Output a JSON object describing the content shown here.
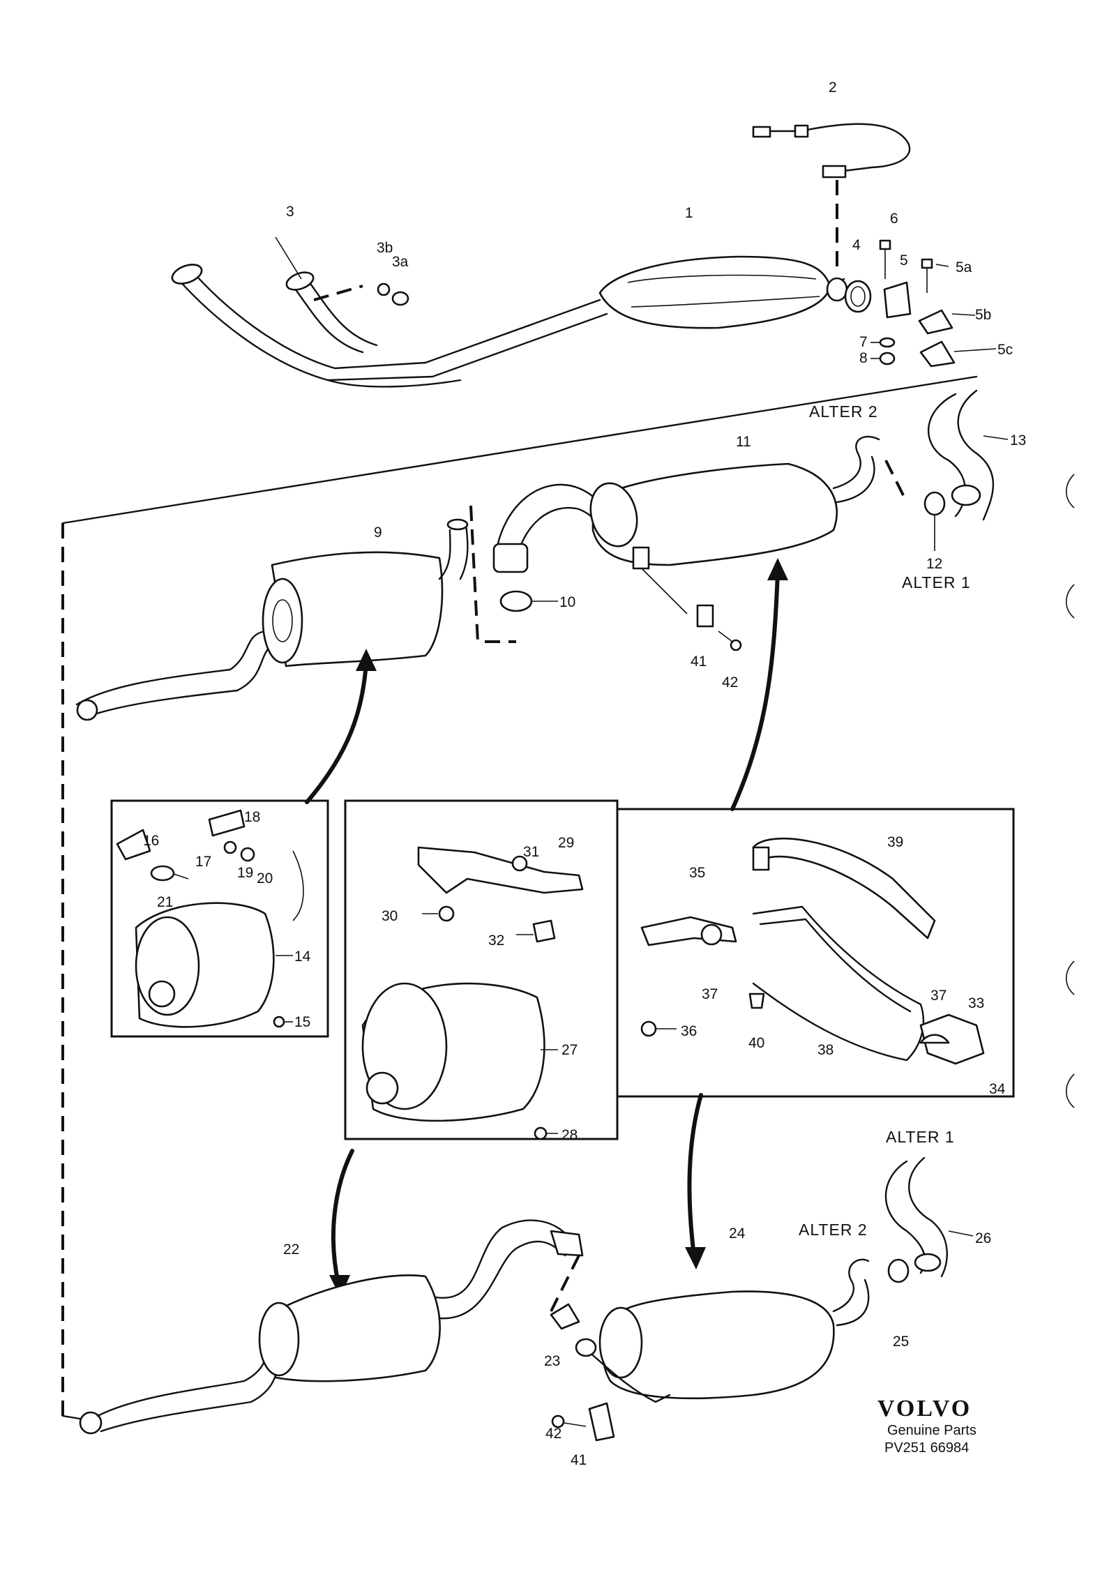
{
  "labels": {
    "p1": "1",
    "p2": "2",
    "p3": "3",
    "p3a": "3a",
    "p3b": "3b",
    "p4": "4",
    "p5": "5",
    "p5a": "5a",
    "p5b": "5b",
    "p5c": "5c",
    "p6": "6",
    "p7": "7",
    "p8": "8",
    "p9": "9",
    "p10": "10",
    "p11": "11",
    "p12": "12",
    "p13": "13",
    "p14": "14",
    "p15": "15",
    "p16": "16",
    "p17": "17",
    "p18": "18",
    "p19": "19",
    "p20": "20",
    "p21": "21",
    "p22": "22",
    "p23": "23",
    "p24": "24",
    "p25": "25",
    "p26": "26",
    "p27": "27",
    "p28": "28",
    "p29": "29",
    "p30": "30",
    "p31": "31",
    "p32": "32",
    "p33": "33",
    "p34": "34",
    "p35": "35",
    "p36": "36",
    "p37a": "37",
    "p37b": "37",
    "p38": "38",
    "p39": "39",
    "p40": "40",
    "p41a": "41",
    "p41b": "41",
    "p42a": "42",
    "p42b": "42"
  },
  "alternatives": {
    "alter1_top": "ALTER 1",
    "alter2_top": "ALTER 2",
    "alter1_bottom": "ALTER 1",
    "alter2_bottom": "ALTER 2"
  },
  "branding": {
    "brand": "VOLVO",
    "subtitle": "Genuine Parts",
    "part_number": "PV251 66984"
  }
}
